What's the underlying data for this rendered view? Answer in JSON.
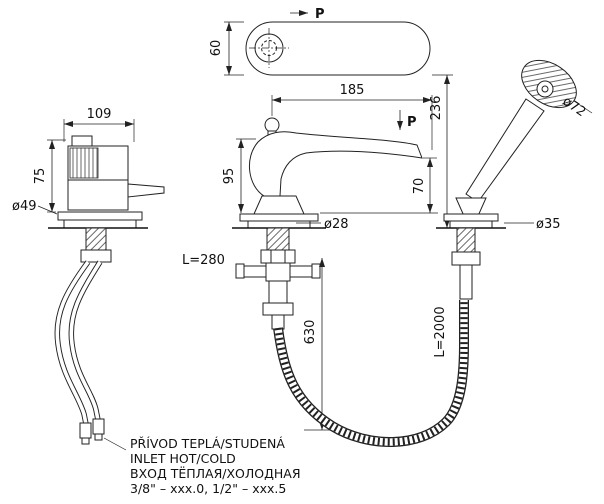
{
  "drawing": {
    "sections": {
      "top": "P",
      "spout": "P"
    },
    "dims": {
      "d60": "60",
      "d185": "185",
      "d236": "236",
      "d95": "95",
      "d70": "70",
      "d109": "109",
      "d75": "75",
      "d630": "630"
    },
    "diameters": {
      "d72": "ø72",
      "d28": "ø28",
      "d49": "ø49",
      "d35": "ø35"
    },
    "hoses": {
      "left": "L=280",
      "right": "L=2000"
    },
    "notes": {
      "line1": "PŘÍVOD TEPLÁ/STUDENÁ",
      "line2": "INLET HOT/COLD",
      "line3": "ВХОД ТЁПЛАЯ/ХОЛОДНАЯ",
      "line4": "3/8\"  –  xxx.0,   1/2\"  –  xxx.5"
    }
  }
}
